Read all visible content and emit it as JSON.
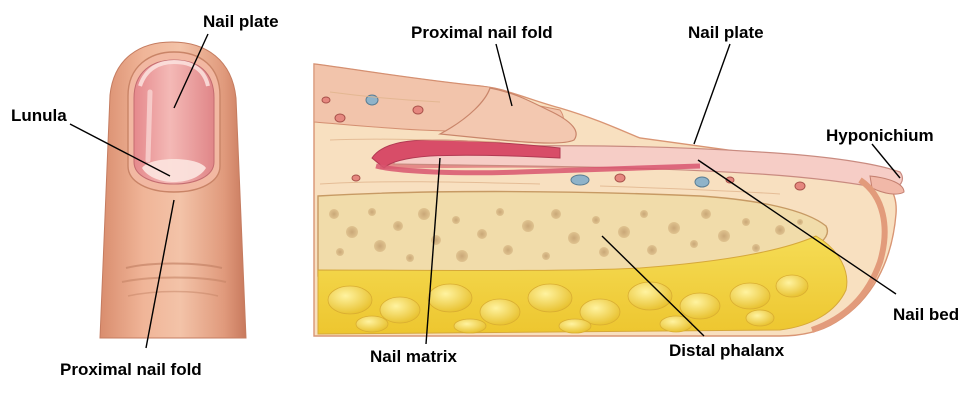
{
  "labels": {
    "finger_nail_plate": "Nail plate",
    "finger_lunula": "Lunula",
    "finger_proximal_nail_fold": "Proximal nail fold",
    "section_proximal_nail_fold": "Proximal nail fold",
    "section_nail_plate": "Nail plate",
    "section_hyponichium": "Hyponichium",
    "section_nail_bed": "Nail bed",
    "section_nail_matrix": "Nail matrix",
    "section_distal_phalanx": "Distal phalanx"
  },
  "colors": {
    "skin": "#e9a889",
    "skin_light": "#f6d2bd",
    "nail_pink": "#e8989a",
    "dermis": "#f8e3c4",
    "matrix_red": "#d9506a",
    "bone": "#f3e2b4",
    "marrow_yellow": "#f2d33f"
  }
}
